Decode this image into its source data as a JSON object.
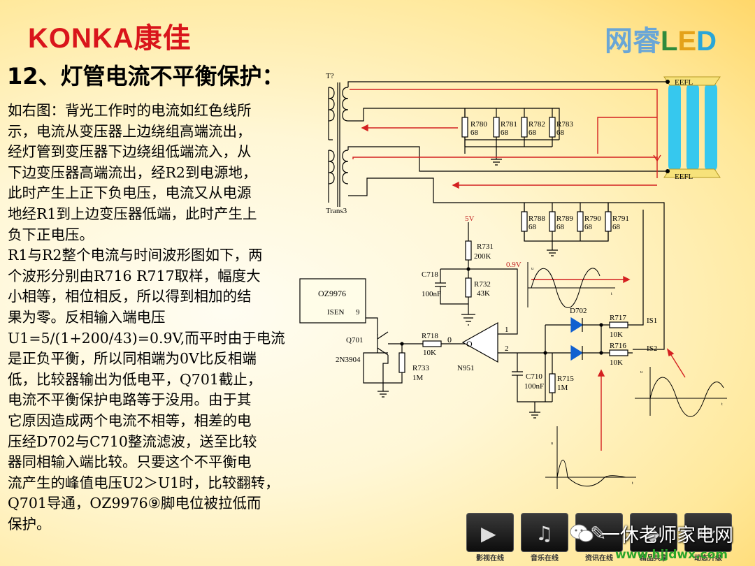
{
  "header": {
    "brand": "KONKA康佳",
    "partner_logo": {
      "prefix": "网睿",
      "l": "L",
      "e": "E",
      "d": "D"
    }
  },
  "title": "12、灯管电流不平衡保护：",
  "paragraph1": "如右图：背光工作时的电流如红色线所\n示，电流从变压器上边绕组高端流出，\n经灯管到变压器下边绕组低端流入，从\n下边变压器高端流出，经R2到电源地，\n此时产生上正下负电压，电流又从电源\n地经R1到上边变压器低端，此时产生上\n负下正电压。",
  "paragraph2": "R1与R2整个电流与时间波形图如下，两\n个波形分别由R716 R717取样，幅度大\n小相等，相位相反，所以得到相加的结\n果为零。反相输入端电压\nU1=5/(1+200/43)=0.9V,而平时由于电流\n是正负平衡，所以同相端为0V比反相端\n低，比较器输出为低电平，Q701截止，\n电流不平衡保护电路等于没用。由于其\n它原因造成两个电流不相等，相差的电\n压经D702与C710整流滤波，送至比较\n器同相输入端比较。只要这个不平衡电\n流产生的峰值电压U2＞U1时，比较翻转，\nQ701导通，OZ9976⑨脚电位被拉低而\n保护。",
  "schematic": {
    "transformer_label": "T?",
    "transformer_name": "Trans3",
    "lamp_top": "EEFL",
    "lamp_bottom": "EEFL",
    "top_resistors": [
      {
        "ref": "R780",
        "val": "68"
      },
      {
        "ref": "R781",
        "val": "68"
      },
      {
        "ref": "R782",
        "val": "68"
      },
      {
        "ref": "R783",
        "val": "68"
      }
    ],
    "bottom_resistors": [
      {
        "ref": "R788",
        "val": "68"
      },
      {
        "ref": "R789",
        "val": "68"
      },
      {
        "ref": "R790",
        "val": "68"
      },
      {
        "ref": "R791",
        "val": "68"
      }
    ],
    "supply": "5V",
    "r731": {
      "ref": "R731",
      "val": "200K"
    },
    "r732": {
      "ref": "R732",
      "val": "43K"
    },
    "c718": {
      "ref": "C718",
      "val": "100nF"
    },
    "u1_voltage": "0.9V",
    "ic": {
      "name": "OZ9976",
      "pin": "ISEN",
      "pin_no": "9"
    },
    "q701": {
      "ref": "Q701",
      "type": "2N3904"
    },
    "r718": {
      "ref": "R718",
      "val": "10K"
    },
    "r733": {
      "ref": "R733",
      "val": "1M"
    },
    "node_zero": "0",
    "comparator": {
      "ref": "N951",
      "mark": "O",
      "pin1": "1",
      "pin2": "2"
    },
    "d702": "D702",
    "r717": {
      "ref": "R717",
      "val": "10K"
    },
    "r716": {
      "ref": "R716",
      "val": "10K"
    },
    "is1": "IS1",
    "is2": "IS2",
    "c710": {
      "ref": "C710",
      "val": "100nF"
    },
    "r715": {
      "ref": "R715",
      "val": "1M"
    },
    "axis_u": "u",
    "axis_t": "t"
  },
  "bottom_bar": {
    "tiles": [
      "影视在线",
      "音乐在线",
      "资讯在线",
      "精品共享",
      "动态升级"
    ],
    "watermark_text": "一休老师家电网",
    "watermark_url": "www.hjjdwx.com"
  },
  "colors": {
    "brand_red": "#d9151b",
    "current_red": "#d42020",
    "lamp_cyan": "#36c8ee",
    "wire": "#000000"
  }
}
